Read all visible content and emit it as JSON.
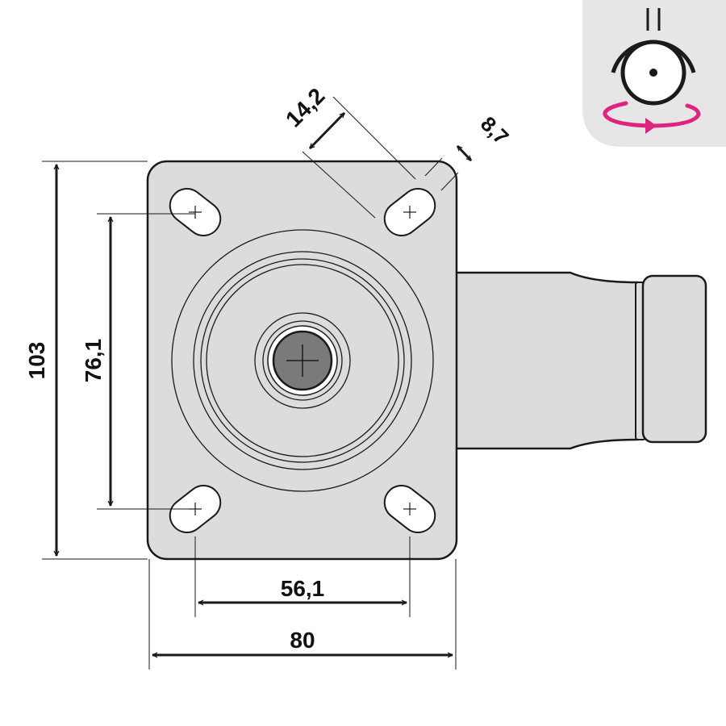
{
  "drawing": {
    "dimensions": {
      "overall_width": "80",
      "hole_spacing_horizontal": "56,1",
      "overall_height": "103",
      "hole_spacing_vertical": "76,1",
      "slot_length": "14,2",
      "slot_width": "8,7"
    },
    "colors": {
      "plate_fill": "#dcdcdc",
      "outline": "#1a1a1a",
      "axle_fill": "#7a7a7a",
      "badge_background": "#e6e6e6",
      "rotation_arrow": "#e0237f"
    },
    "badge": {
      "icon": "swivel-rotation-icon"
    }
  }
}
